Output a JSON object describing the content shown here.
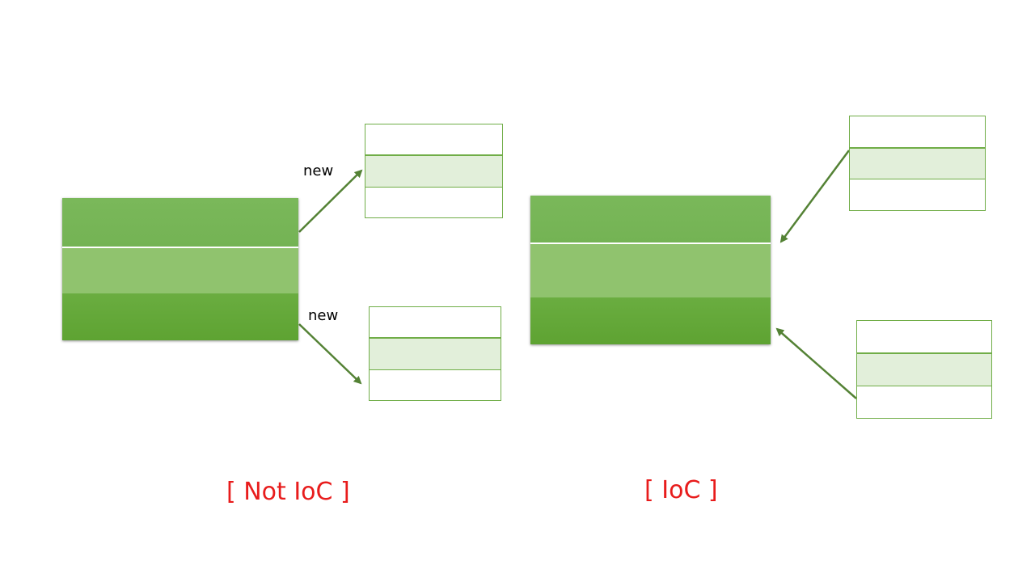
{
  "labels": {
    "new_top": "new",
    "new_bottom": "new"
  },
  "captions": {
    "left": "[ Not IoC ]",
    "right": "[ IoC ]"
  },
  "colors": {
    "block_green": "#74b354",
    "block_green_light": "#90c36e",
    "block_green_dark": "#62a637",
    "object_border": "#70ad47",
    "object_fill": "#e2efda",
    "arrow": "#548235",
    "caption": "#e81c1c"
  }
}
